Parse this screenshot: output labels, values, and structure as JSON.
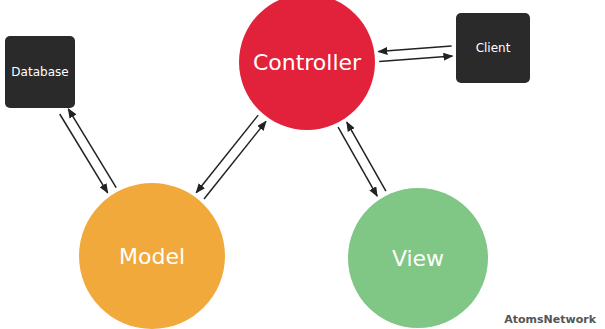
{
  "diagram": {
    "nodes": [
      {
        "text": [
          "Database"
        ]
      },
      {
        "text": [
          "Controller"
        ]
      },
      {
        "text": [
          "Client"
        ]
      },
      {
        "text": [
          "Model"
        ]
      },
      {
        "text": [
          "View"
        ]
      }
    ],
    "edges": [
      {
        "from": 1,
        "to": 2,
        "arrow": "to"
      },
      {
        "from": 2,
        "to": 1,
        "arrow": "to"
      },
      {
        "from": 0,
        "to": 3,
        "arrow": "to"
      },
      {
        "from": 3,
        "to": 0,
        "arrow": "to"
      },
      {
        "from": 3,
        "to": 1,
        "arrow": "to"
      },
      {
        "from": 1,
        "to": 3,
        "arrow": "to"
      },
      {
        "from": 1,
        "to": 4,
        "arrow": "to"
      },
      {
        "from": 4,
        "to": 1,
        "arrow": "to"
      }
    ],
    "labels": [
      "AtomsNetwork"
    ]
  }
}
